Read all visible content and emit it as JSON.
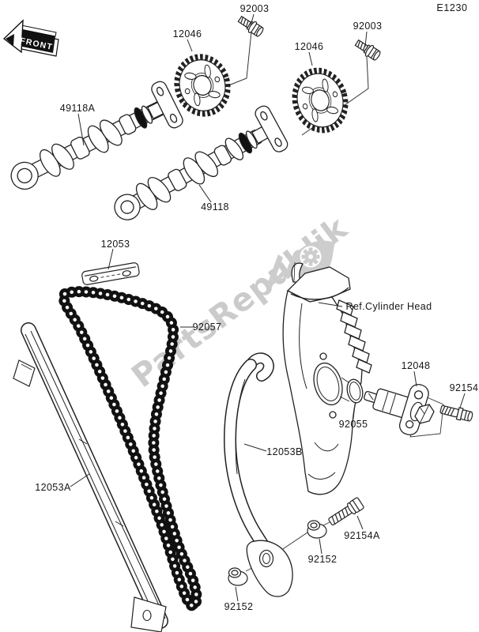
{
  "page": {
    "diagram_code": "E1230"
  },
  "front_marker": {
    "label": "FRONT"
  },
  "watermark": {
    "brand": "PartsRepublik",
    "color": "#cbcbcb"
  },
  "colors": {
    "line": "#222222",
    "label": "#161616",
    "background": "#ffffff",
    "chain": "#111111"
  },
  "parts": [
    {
      "part": "camshaft-bolt-left",
      "text": "92003"
    },
    {
      "part": "cam-sprocket-left",
      "text": "12046"
    },
    {
      "part": "camshaft-bolt-right",
      "text": "92003"
    },
    {
      "part": "cam-sprocket-right",
      "text": "12046"
    },
    {
      "part": "camshaft-exhaust",
      "text": "49118A"
    },
    {
      "part": "camshaft-intake",
      "text": "49118"
    },
    {
      "part": "chain-guide-upper",
      "text": "12053"
    },
    {
      "part": "cam-chain",
      "text": "92057"
    },
    {
      "part": "cylinder-head-reference",
      "text": "Ref.Cylinder Head"
    },
    {
      "part": "chain-tensioner",
      "text": "12048"
    },
    {
      "part": "tensioner-bolt",
      "text": "92154"
    },
    {
      "part": "tensioner-gasket",
      "text": "92055"
    },
    {
      "part": "chain-guide-front",
      "text": "12053A"
    },
    {
      "part": "chain-guide-rear",
      "text": "12053B"
    },
    {
      "part": "guide-bolt",
      "text": "92154A"
    },
    {
      "part": "guide-collar-upper",
      "text": "92152"
    },
    {
      "part": "guide-collar-lower",
      "text": "92152"
    }
  ]
}
